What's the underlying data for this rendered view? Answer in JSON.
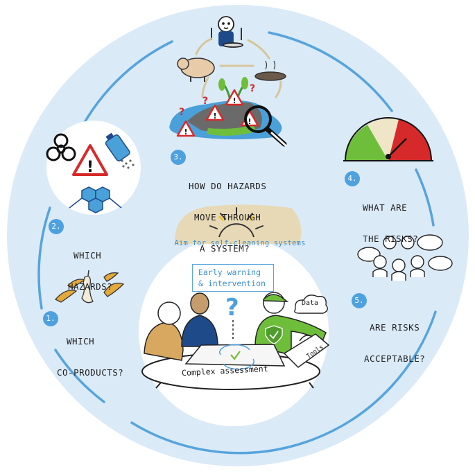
{
  "colors": {
    "ring_fill": "#dbeaf7",
    "ring_stroke": "#56a4de",
    "number_badge": "#4ea1df",
    "accent_text": "#3b8fd0",
    "green_person": "#6fbe3b",
    "warning_red": "#d62a2a"
  },
  "steps": [
    {
      "number": "1.",
      "line1": "WHICH",
      "line2": "CO-PRODUCTS?"
    },
    {
      "number": "2.",
      "line1": "WHICH",
      "line2": "HAZARDS?"
    },
    {
      "number": "3.",
      "line1": "HOW DO HAZARDS",
      "line2": "MOVE THROUGH",
      "line3": "A SYSTEM?"
    },
    {
      "number": "4.",
      "line1": "WHAT ARE",
      "line2": "THE RISKS?"
    },
    {
      "number": "5.",
      "line1": "ARE RISKS",
      "line2": "ACCEPTABLE?"
    }
  ],
  "center": {
    "aim": "Aim for self-cleaning systems",
    "early_warning_line1": "Early warning",
    "early_warning_line2": "& intervention",
    "complex_assessment": "Complex assessment",
    "data_label": "Data",
    "tools_label": "Tools"
  },
  "icons": [
    "biohazard-icon",
    "warning-triangle-icon",
    "plastic-bottle-icon",
    "molecule-icon",
    "pig-icon",
    "person-eating-icon",
    "manure-icon",
    "plant-icon",
    "magnifier-icon",
    "risk-gauge-icon",
    "speech-bubbles-icon",
    "banana-peel-icon",
    "apple-core-icon",
    "sun-icon",
    "cloud-icon",
    "toolbox-icon",
    "shield-check-icon",
    "question-mark-icon"
  ]
}
